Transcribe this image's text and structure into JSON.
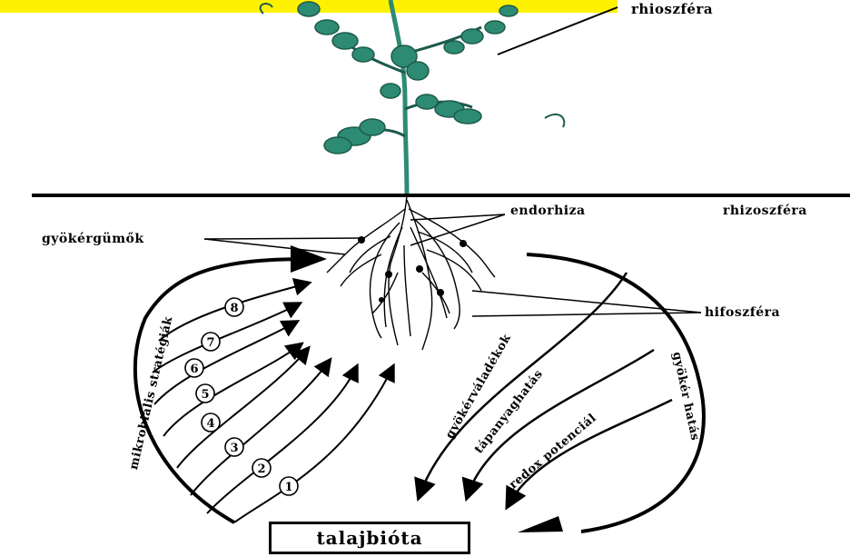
{
  "labels": {
    "top_label": "rhioszféra",
    "rhizosphere": "rhizoszféra",
    "endorhiza": "endorhiza",
    "nodules": "gyökérgümők",
    "hyphosphere": "hifoszféra",
    "microbial_strategies": "mikrobiális stratégiák",
    "root_exudates": "gyökérváladékok",
    "nutrient_effect": "tápanyaghatás",
    "redox_potential": "redox potenciál",
    "root_effect": "gyökér hatás",
    "soil_biota": "talajbióta"
  },
  "strategy_numbers": [
    "1",
    "2",
    "3",
    "4",
    "5",
    "6",
    "7",
    "8"
  ],
  "colors": {
    "plant": "#2e8b73",
    "line": "#000000",
    "banner": "#fff200"
  }
}
